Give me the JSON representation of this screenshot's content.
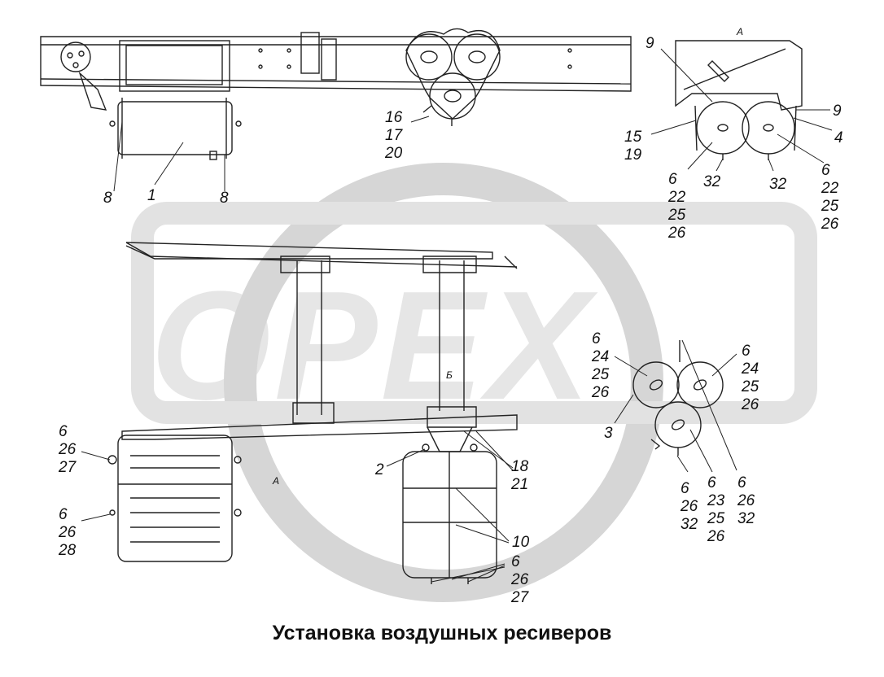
{
  "watermark": {
    "text": "OPEX"
  },
  "caption": "Установка воздушных ресиверов",
  "view_marks": {
    "top_a": "А",
    "side_a": "А",
    "arrow_b": "Б"
  },
  "labels": {
    "l_16_17_20": [
      "16",
      "17",
      "20"
    ],
    "l_8_left": "8",
    "l_1": "1",
    "l_8_right": "8",
    "l_9_top": "9",
    "l_9_right": "9",
    "l_4": "4",
    "l_15_19": [
      "15",
      "19"
    ],
    "l_32_a": "32",
    "l_32_b": "32",
    "l_6_22_25_26_left": [
      "6",
      "22",
      "25",
      "26"
    ],
    "l_6_22_25_26_right": [
      "6",
      "22",
      "25",
      "26"
    ],
    "l_6_24_25_26_left": [
      "6",
      "24",
      "25",
      "26"
    ],
    "l_6_24_25_26_right": [
      "6",
      "24",
      "25",
      "26"
    ],
    "l_3": "3",
    "l_6_26_32_a": [
      "6",
      "26",
      "32"
    ],
    "l_6_23_25_26": [
      "6",
      "23",
      "25",
      "26"
    ],
    "l_6_26_32_b": [
      "6",
      "26",
      "32"
    ],
    "l_6_26_27_left": [
      "6",
      "26",
      "27"
    ],
    "l_6_26_28": [
      "6",
      "26",
      "28"
    ],
    "l_2": "2",
    "l_18_21": [
      "18",
      "21"
    ],
    "l_10": "10",
    "l_6_26_27_bottom": [
      "6",
      "26",
      "27"
    ]
  }
}
